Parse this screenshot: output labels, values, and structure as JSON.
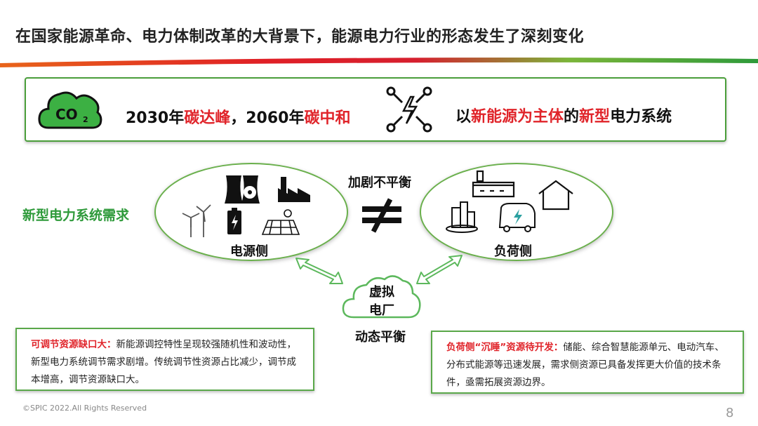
{
  "title": "在国家能源革命、电力体制改革的大背景下，能源电力行业的形态发生了深刻变化",
  "banner": {
    "co2_label": "CO",
    "co2_sub": "2",
    "left_parts": [
      {
        "text": "2030年",
        "red": false
      },
      {
        "text": "碳达峰",
        "red": true
      },
      {
        "text": "，2060年",
        "red": false
      },
      {
        "text": "碳中和",
        "red": true
      }
    ],
    "right_parts": [
      {
        "text": "以",
        "red": false
      },
      {
        "text": "新能源为主体",
        "red": true
      },
      {
        "text": "的",
        "red": false
      },
      {
        "text": "新型",
        "red": true
      },
      {
        "text": "电力系统",
        "red": false
      }
    ]
  },
  "side_label": "新型电力系统需求",
  "supply_label": "电源侧",
  "demand_label": "负荷侧",
  "imbalance_label": "加剧不平衡",
  "vpp_label_1": "虚拟",
  "vpp_label_2": "电厂",
  "dynamic_balance": "动态平衡",
  "notes": {
    "left_head": "可调节资源缺口大：",
    "left_body": "新能源调控特性呈现较强随机性和波动性，新型电力系统调节需求剧增。传统调节性资源占比减少，调节成本增高，调节资源缺口大。",
    "right_head": "负荷侧“沉睡”资源待开发：",
    "right_body": "储能、综合智慧能源单元、电动汽车、分布式能源等迅速发展，需求侧资源已具备发挥更大价值的技术条件，亟需拓展资源边界。"
  },
  "footer": "©SPIC 2022.All Rights Reserved",
  "page_number": "8",
  "colors": {
    "accent_green": "#2e9a3a",
    "accent_red": "#e0242a",
    "cloud_green": "#3cb043",
    "border_green": "#5aa84a"
  }
}
